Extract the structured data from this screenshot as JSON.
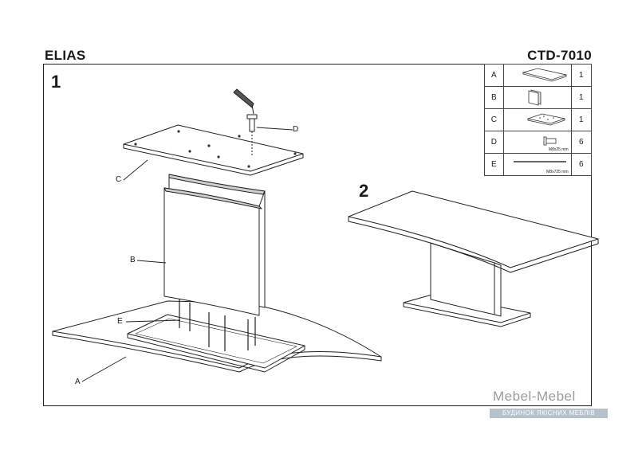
{
  "header": {
    "product": "ELIAS",
    "code": "CTD-7010"
  },
  "steps": [
    "1",
    "2"
  ],
  "parts": [
    {
      "letter": "A",
      "qty": "1",
      "icon": "tabletop-icon",
      "dim": ""
    },
    {
      "letter": "B",
      "qty": "1",
      "icon": "leg-panel-icon",
      "dim": ""
    },
    {
      "letter": "C",
      "qty": "1",
      "icon": "base-plate-icon",
      "dim": ""
    },
    {
      "letter": "D",
      "qty": "6",
      "icon": "bolt-icon",
      "dim": "M8x25 mm"
    },
    {
      "letter": "E",
      "qty": "6",
      "icon": "rod-icon",
      "dim": "M8x725 mm"
    }
  ],
  "callouts": {
    "A": "A",
    "B": "B",
    "C": "C",
    "D": "D",
    "E": "E"
  },
  "watermark": {
    "name": "Mebel-Mebel",
    "tagline": "БУДИНОК ЯКІСНИХ МЕБЛІВ"
  }
}
